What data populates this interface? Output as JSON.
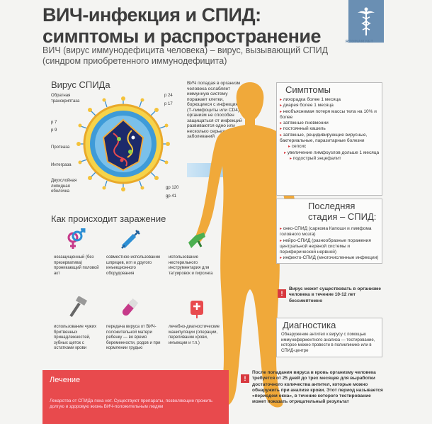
{
  "header": {
    "title_line1": "ВИЧ-инфекция и СПИД:",
    "title_line2": "симптомы и распространение",
    "subtitle": "ВИЧ (вирус иммунодефицита человека) – вирус, вызывающий СПИД (синдром приобретенного иммунодефицита)",
    "logo_text": "RODINAM.NET"
  },
  "virus": {
    "heading": "Вирус СПИДа",
    "labels": {
      "rt": "Обратная транскриптаза",
      "p7": "p 7",
      "p9": "p 9",
      "protease": "Протеаза",
      "integrase": "Интеграза",
      "envelope": "Двухслойная липидная оболочка",
      "p24": "p 24",
      "p17": "p 17",
      "gp120": "gp 120",
      "gp41": "gp 41"
    },
    "description": "ВИЧ попадая в организм человека ослабляет иммунную систему поражает клетки, борющиеся с инфекциями (Т-лимфоциты или CD4) организм не способен защищаться от инфекций развиваются одно или несколько серьезных заболеваний"
  },
  "transmission": {
    "heading": "Как происходит заражение",
    "items": [
      {
        "icon": "gender-symbol-icon",
        "text": "незащищенный (без презерватива) проникающий половой акт"
      },
      {
        "icon": "syringe-icon",
        "text": "совместное использование шприцев, игл и другого инъекционного оборудования"
      },
      {
        "icon": "injection-gun-icon",
        "text": "использование нестерильного инструментария для татуировок и пирсинга"
      },
      {
        "icon": "razor-icon",
        "text": "использование чужих бритвенных принадлежностей, зубных щеток с остатками крови"
      },
      {
        "icon": "blood-tube-icon",
        "text": "передача вируса от ВИЧ-положительной матери ребенку — во время беременности, родов и при кормлении грудью"
      },
      {
        "icon": "blood-bag-icon",
        "text": "лечебно-диагностические манипуляции (операции, переливание крови, инъекции и т.п.)"
      }
    ]
  },
  "symptoms": {
    "heading": "Симптомы",
    "items": [
      "лихорадка более 1 месяца",
      "диарея более 1 месяца",
      "необъяснимая потеря массы тела на 10% и более",
      "затяжные пневмонии",
      "постоянный кашель",
      "затяжные, рецидивирующие вирусные, бактериальные, паразитарные болезни",
      "сепсис",
      "увеличение лимфоузлов дольше 1 месяца",
      "подострый энцефалит"
    ]
  },
  "last_stage": {
    "heading": "Последняя стадия – СПИД:",
    "items": [
      "онко-СПИД (саркома Капоши и лимфома головного мозга)",
      "нейро-СПИД (разнообразные поражения центральной нервной системы и периферической нервной)",
      "инфекто-СПИД (многочисленные инфекции)"
    ]
  },
  "warning1": "Вирус может существовать в организме человека в течение 10-12 лет бессимптомно",
  "diagnostics": {
    "heading": "Диагностика",
    "text": "Обнаружение антител к вирусу с помощью иммуноферментного анализа — тестирование, которое можно провести в поликлинике или в СПИД-центре"
  },
  "warning2": "После попадания вируса в кровь организму человека требуется от 25 дней до трех месяцев для выработки достаточного количества антител, которые можно обнаружить при анализе крови. Этот период называется «периодом окна», в течение которого тестирование может показать отрицательный результат",
  "treatment": {
    "heading": "Лечение",
    "text": "Лекарства от СПИДа пока нет. Существуют препараты, позволяющие прожить долгую и здоровую жизнь ВИЧ-положительным людям"
  },
  "colors": {
    "accent": "#d8393f",
    "body": "#f0a93a",
    "virus_core": "#1c2a6b",
    "title": "#3d3d3d"
  }
}
